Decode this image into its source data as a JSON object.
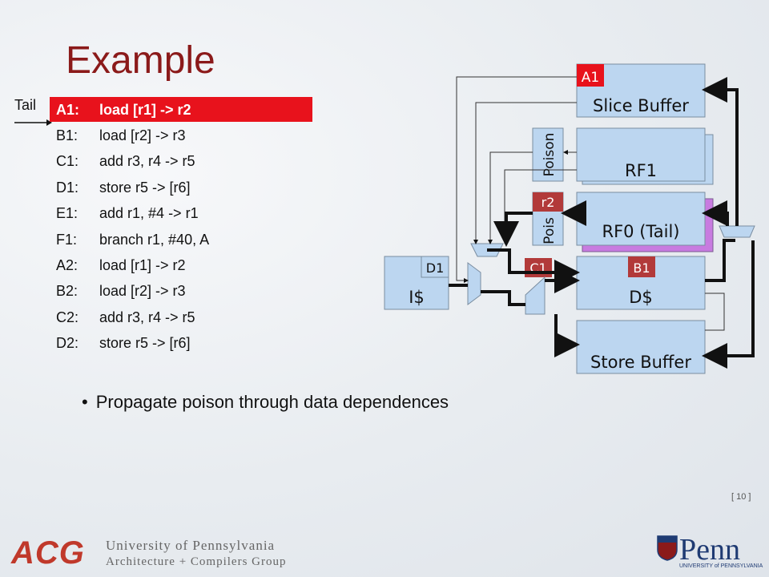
{
  "slide": {
    "title": "Example",
    "tail_label": "Tail",
    "page_number": "[ 10 ]",
    "bullet": "Propagate poison through data dependences"
  },
  "code": [
    {
      "label": "A1:",
      "instr": "load [r1] -> r2",
      "highlighted": true
    },
    {
      "label": "B1:",
      "instr": "load [r2] -> r3"
    },
    {
      "label": "C1:",
      "instr": "add r3, r4 -> r5"
    },
    {
      "label": "D1:",
      "instr": "store r5 -> [r6]"
    },
    {
      "label": "E1:",
      "instr": "add r1, #4 -> r1"
    },
    {
      "label": "F1:",
      "instr": "branch r1, #40, A"
    },
    {
      "label": "A2:",
      "instr": "load [r1] -> r2"
    },
    {
      "label": "B2:",
      "instr": "load [r2] -> r3"
    },
    {
      "label": "C2:",
      "instr": "add r3, r4 -> r5"
    },
    {
      "label": "D2:",
      "instr": "store r5 -> [r6]"
    }
  ],
  "diagram": {
    "slice_buffer": "Slice Buffer",
    "slice_tag": "A1",
    "rf1": "RF1",
    "rf0": "RF0 (Tail)",
    "poison1": "Poison",
    "poison0": "Pois",
    "r2_tag": "r2",
    "icache": "I$",
    "icache_tag": "D1",
    "c1_tag": "C1",
    "dcache": "D$",
    "dcache_tag": "B1",
    "store_buffer": "Store Buffer"
  },
  "footer": {
    "acg_logo": "ACG",
    "upenn_line1": "University of Pennsylvania",
    "upenn_line2": "Architecture + Compilers Group",
    "penn_logo": "Penn",
    "penn_sub": "UNIVERSITY of PENNSYLVANIA"
  },
  "colors": {
    "title": "#8b1a1a",
    "highlight_red": "#e8121c",
    "box_blue": "#bcd6f0",
    "rf0_purple": "#c87be0",
    "tag_red": "#c0392b",
    "poison_tag": "#b23a3a"
  }
}
